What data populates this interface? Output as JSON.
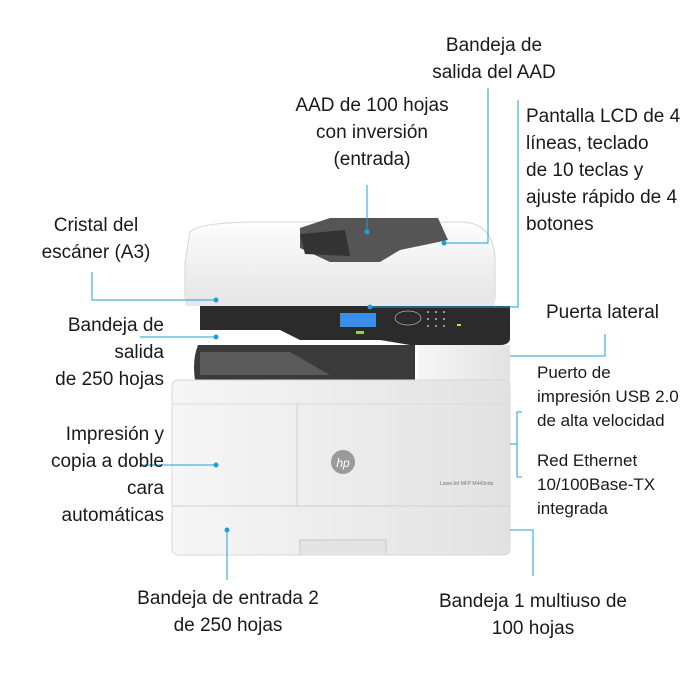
{
  "callouts": {
    "adf_output_tray": "Bandeja de\nsalida del AAD",
    "adf_100": "AAD de 100 hojas\ncon inversión\n(entrada)",
    "lcd_panel": "Pantalla LCD de 4\nlíneas, teclado\nde 10 teclas y\najuste rápido de 4\nbotones",
    "scanner_glass": "Cristal del\nescáner (A3)",
    "output_tray_250": "Bandeja de\nsalida\nde 250 hojas",
    "side_door": "Puerta lateral",
    "usb_port": "Puerto de\nimpresión USB 2.0\nde alta velocidad",
    "ethernet": "Red Ethernet\n10/100Base-TX\nintegrada",
    "duplex": "Impresión y\ncopia a doble\ncara\nautomáticas",
    "input_tray_2": "Bandeja de entrada 2\nde 250 hojas",
    "tray_1": "Bandeja 1 multiuso de\n100 hojas"
  },
  "product": {
    "brand_logo": "hp",
    "model_label": "LaserJet MFP M443nda"
  },
  "colors": {
    "callout_line": "#1ea0d6",
    "panel": "#2a2a2a",
    "body": "#f2f2f2",
    "lcd": "#3a8ee8"
  }
}
